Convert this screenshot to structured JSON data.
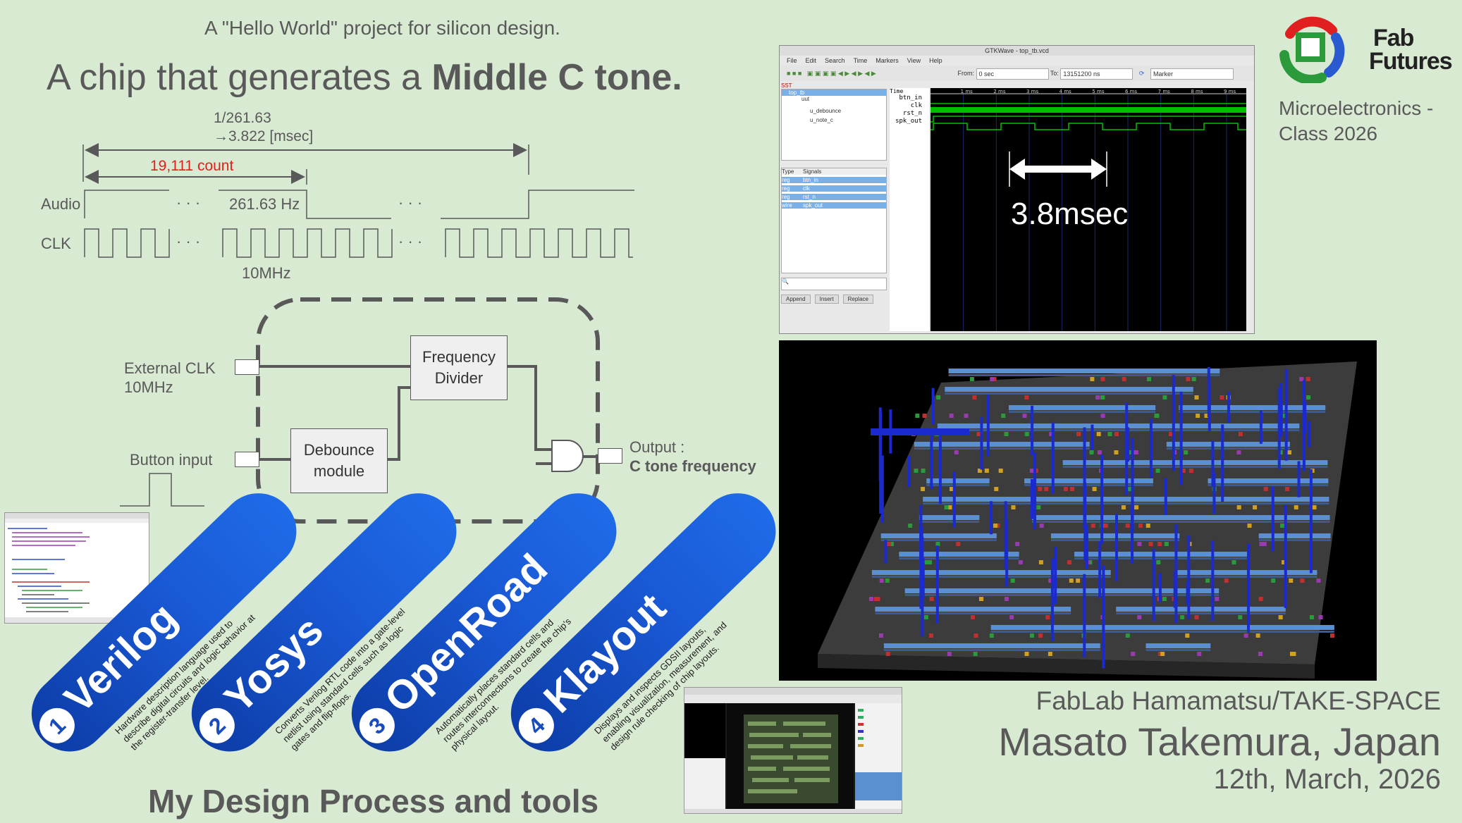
{
  "header": {
    "subtitle": "A \"Hello World\" project for silicon design.",
    "headline_prefix": "A chip that generates a ",
    "headline_bold": "Middle C tone."
  },
  "timing": {
    "period_line1": "1/261.63",
    "period_line2": "→3.822 [msec]",
    "count": "19,111 count",
    "audio_label": "Audio",
    "audio_freq": "261.63 Hz",
    "clk_label": "CLK",
    "clk_freq": "10MHz",
    "dots": "· · ·"
  },
  "block_diagram": {
    "ext_clk_line1": "External CLK",
    "ext_clk_line2": "10MHz",
    "button_input": "Button input",
    "freq_div_line1": "Frequency",
    "freq_div_line2": "Divider",
    "debounce_line1": "Debounce",
    "debounce_line2": "module",
    "output_line1": "Output :",
    "output_line2": "C tone frequency"
  },
  "gtkwave": {
    "title": "GTKWave - top_tb.vcd",
    "menu": [
      "File",
      "Edit",
      "Search",
      "Time",
      "Markers",
      "View",
      "Help"
    ],
    "from_label": "From:",
    "from_value": "0 sec",
    "to_label": "To:",
    "to_value": "13151200 ns",
    "marker_label": "Marker",
    "sst_label": "SST",
    "tree": [
      "top_tb",
      "uut",
      "u_debounce",
      "u_note_c"
    ],
    "type_header": "Type",
    "signals_header": "Signals",
    "type_rows": [
      {
        "type": "reg",
        "name": "btn_in"
      },
      {
        "type": "reg",
        "name": "clk"
      },
      {
        "type": "reg",
        "name": "rst_n"
      },
      {
        "type": "wire",
        "name": "spk_out"
      }
    ],
    "time_header": "Time",
    "wave_signals": [
      "btn_in",
      "clk",
      "rst_n",
      "spk_out"
    ],
    "ticks": [
      "1 ms",
      "2 ms",
      "3 ms",
      "4 ms",
      "5 ms",
      "6 ms",
      "7 ms",
      "8 ms",
      "9 ms"
    ],
    "buttons": [
      "Append",
      "Insert",
      "Replace"
    ],
    "measurement": "3.8msec"
  },
  "branding": {
    "logo_line1": "Fab",
    "logo_line2": "Futures",
    "course_line1": "Microelectronics -",
    "course_line2": "Class 2026"
  },
  "footer": {
    "org": "FabLab Hamamatsu/TAKE-SPACE",
    "author": "Masato Takemura, Japan",
    "date": "12th, March, 2026",
    "process_title": "My Design Process and tools"
  },
  "tools": [
    {
      "num": "1",
      "name": "Verilog",
      "desc": [
        "Hardware description language used to",
        "describe digital circuits and logic behavior at",
        "the register-transfer level."
      ]
    },
    {
      "num": "2",
      "name": "Yosys",
      "desc": [
        "Converts Verilog RTL code into a gate-level",
        "netlist using standard cells such as logic",
        "gates and flip-flops."
      ]
    },
    {
      "num": "3",
      "name": "OpenRoad",
      "desc": [
        "Automatically places standard cells and",
        "routes interconnections to create the chip's",
        "physical layout."
      ]
    },
    {
      "num": "4",
      "name": "Klayout",
      "desc": [
        "Displays and inspects GDSII layouts,",
        "enabling visualization, measurement, and",
        "design rule checking of chip layouts."
      ]
    }
  ],
  "colors": {
    "background": "#d9ead3",
    "accent_blue": "#1a5ad6",
    "count_red": "#e0201c",
    "wave_green": "#00c000"
  }
}
